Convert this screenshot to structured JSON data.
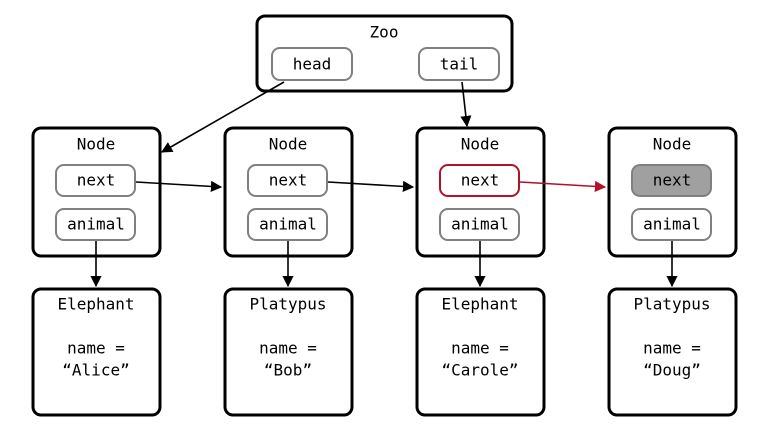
{
  "zoo": {
    "title": "Zoo",
    "head_label": "head",
    "tail_label": "tail"
  },
  "nodes": [
    {
      "title": "Node",
      "next_label": "next",
      "animal_label": "animal",
      "next_state": "normal"
    },
    {
      "title": "Node",
      "next_label": "next",
      "animal_label": "animal",
      "next_state": "normal"
    },
    {
      "title": "Node",
      "next_label": "next",
      "animal_label": "animal",
      "next_state": "highlighted"
    },
    {
      "title": "Node",
      "next_label": "next",
      "animal_label": "animal",
      "next_state": "null"
    }
  ],
  "animals": [
    {
      "type": "Elephant",
      "name_label": "name =",
      "name_value": "“Alice”"
    },
    {
      "type": "Platypus",
      "name_label": "name =",
      "name_value": "“Bob”"
    },
    {
      "type": "Elephant",
      "name_label": "name =",
      "name_value": "“Carole”"
    },
    {
      "type": "Platypus",
      "name_label": "name =",
      "name_value": "“Doug”"
    }
  ],
  "colors": {
    "highlight": "#b0122a",
    "null_fill": "#a0a0a0",
    "field_stroke": "#808080"
  }
}
